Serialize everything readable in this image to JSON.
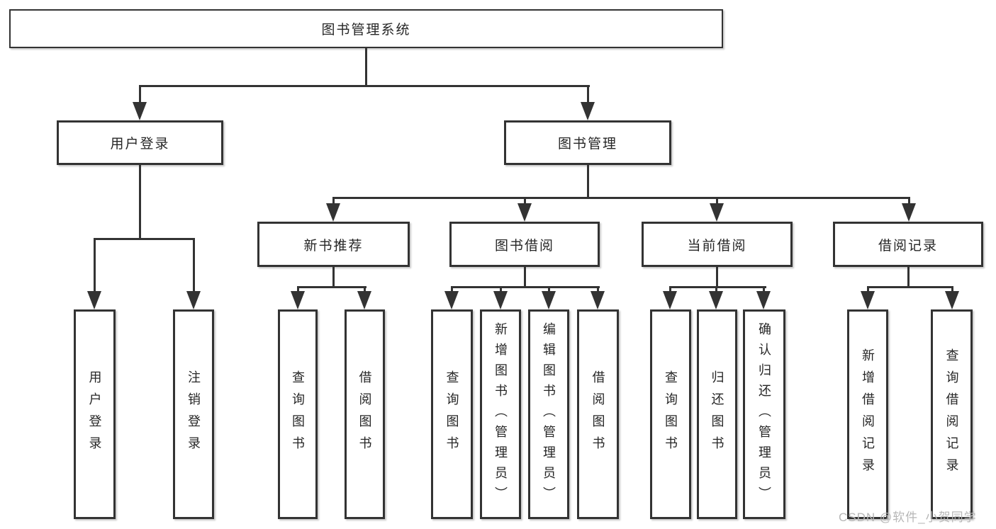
{
  "colors": {
    "line": "#333333",
    "text": "#262626",
    "box_bg": "#ffffff",
    "watermark": "#b7b7b7"
  },
  "watermark": {
    "text": "CSDN @软件_小贺同学"
  },
  "tree": {
    "label": "图书管理系统",
    "children": [
      {
        "label": "用户登录",
        "children": [
          {
            "label": "用户登录"
          },
          {
            "label": "注销登录"
          }
        ]
      },
      {
        "label": "图书管理",
        "children": [
          {
            "label": "新书推荐",
            "children": [
              {
                "label": "查询图书"
              },
              {
                "label": "借阅图书"
              }
            ]
          },
          {
            "label": "图书借阅",
            "children": [
              {
                "label": "查询图书"
              },
              {
                "label": "新增图书（管理员）"
              },
              {
                "label": "编辑图书（管理员）"
              },
              {
                "label": "借阅图书"
              }
            ]
          },
          {
            "label": "当前借阅",
            "children": [
              {
                "label": "查询图书"
              },
              {
                "label": "归还图书"
              },
              {
                "label": "确认归还（管理员）"
              }
            ]
          },
          {
            "label": "借阅记录",
            "children": [
              {
                "label": "新增借阅记录"
              },
              {
                "label": "查询借阅记录"
              }
            ]
          }
        ]
      }
    ]
  }
}
